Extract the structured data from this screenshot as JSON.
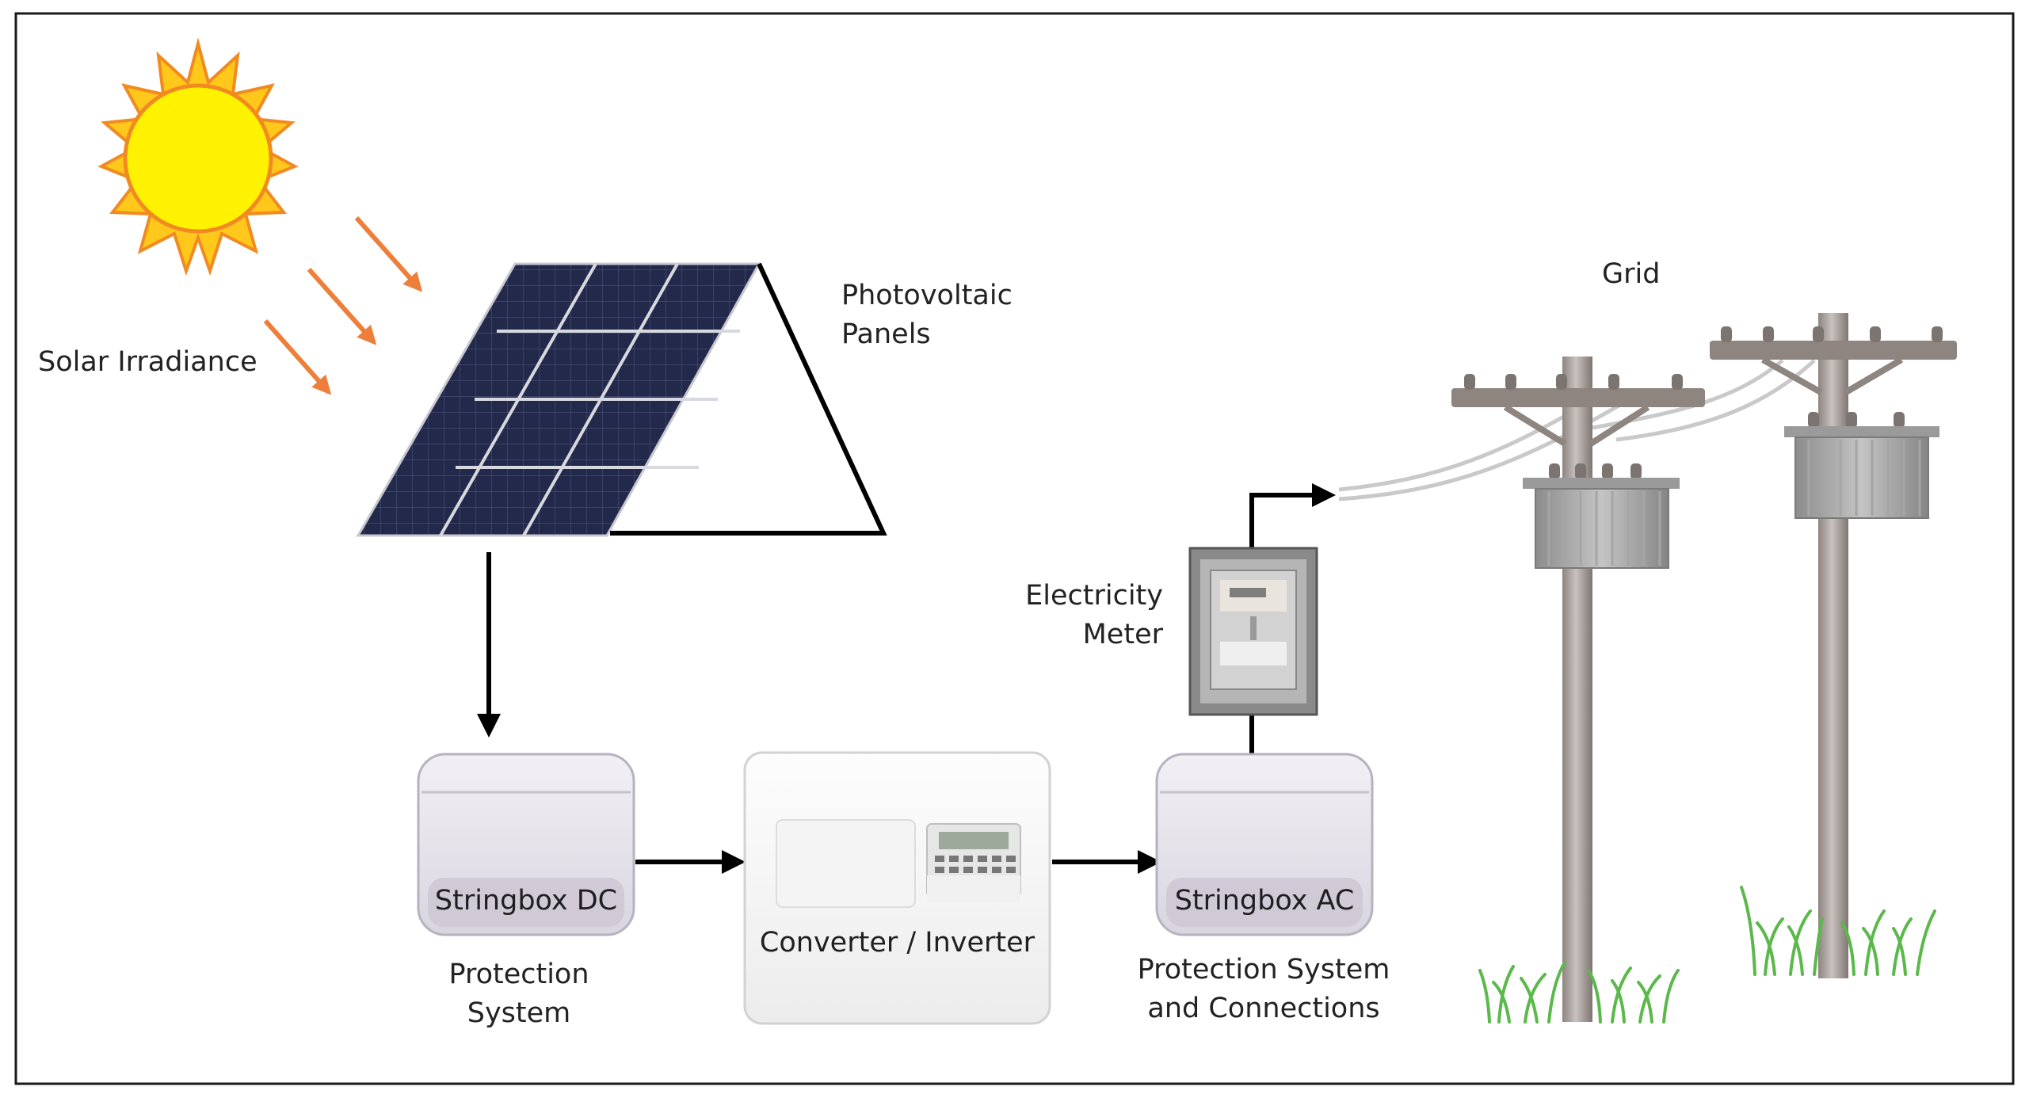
{
  "labels": {
    "solar_irradiance": "Solar Irradiance",
    "photovoltaic_panels": [
      "Photovoltaic",
      "Panels"
    ],
    "grid": "Grid",
    "electricity_meter": [
      "Electricity",
      "Meter"
    ],
    "stringbox_dc": "Stringbox DC",
    "converter_inverter": "Converter / Inverter",
    "stringbox_ac": "Stringbox AC",
    "protection_system_dc": [
      "Protection",
      "System"
    ],
    "protection_system_ac": [
      "Protection System",
      "and Connections"
    ]
  },
  "colors": {
    "sun_fill": "#FFF200",
    "sun_outline": "#F7A21B",
    "ray_arrow": "#EE7F3B",
    "panel_cell": "#23294A",
    "connector": "#000000",
    "enclosure": "#E4E1EA",
    "pole": "#AFA6A2"
  }
}
